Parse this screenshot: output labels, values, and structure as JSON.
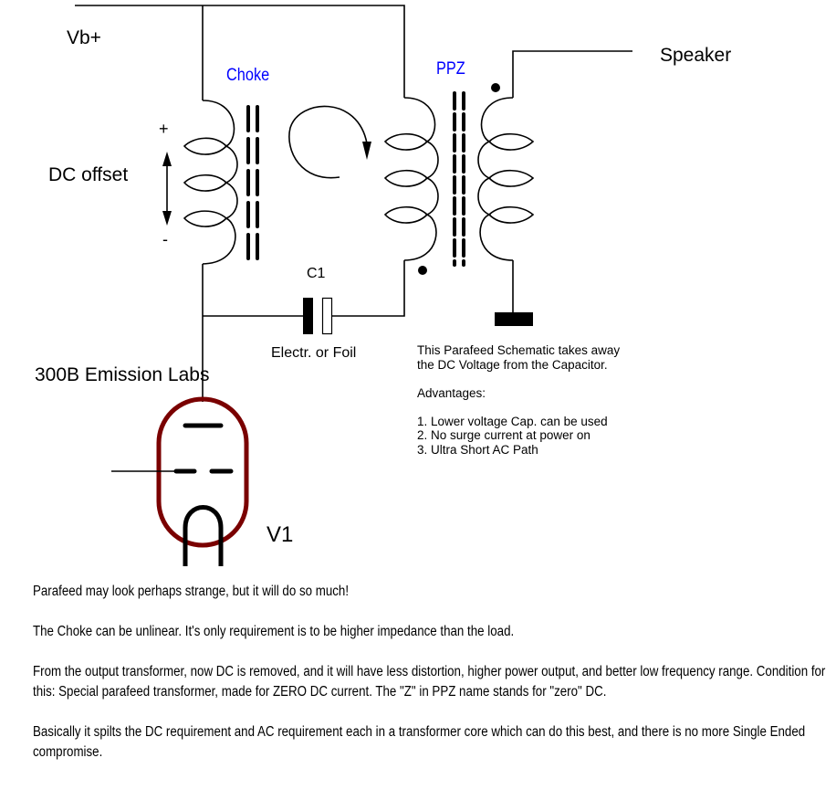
{
  "diagram": {
    "title_labels": {
      "supply": "Vb+",
      "choke": "Choke",
      "transformer": "PPZ",
      "speaker": "Speaker",
      "dc_offset": "DC offset",
      "plus": "+",
      "minus": "-",
      "capacitor_ref": "C1",
      "capacitor_type": "Electr. or Foil",
      "tube_type": "300B Emission Labs",
      "tube_ref": "V1"
    },
    "colors": {
      "wire": "#000000",
      "label_accent": "#0000ff",
      "tube_envelope": "#7a0000",
      "background": "#ffffff"
    },
    "components": [
      {
        "ref": "Choke",
        "type": "inductor",
        "core": "iron"
      },
      {
        "ref": "PPZ",
        "type": "parafeed-transformer",
        "core": "iron"
      },
      {
        "ref": "C1",
        "type": "capacitor",
        "note": "Electr. or Foil"
      },
      {
        "ref": "V1",
        "type": "triode",
        "model": "300B Emission Labs"
      }
    ]
  },
  "notes": {
    "intro_lines": [
      "This  Parafeed Schematic takes away",
      "the DC Voltage from the Capacitor."
    ],
    "advantages_heading": "Advantages:",
    "advantages": [
      "1. Lower voltage  Cap.  can be used",
      "2. No surge current at power on",
      "3. Ultra Short AC Path"
    ]
  },
  "body": {
    "paragraphs": [
      "Parafeed  may look perhaps strange, but it will do so much!",
      "The Choke can be unlinear.    It's only requirement is to be higher impedance than the load.",
      "From the output transformer,  now DC is removed,  and it will  have less distortion,  higher power output,  and better low frequency range. Condition for this: Special parafeed transformer, made for ZERO  DC current.   The \"Z\" in PPZ name stands for \"zero\"   DC.",
      "Basically it spilts the DC  requirement and AC requirement each in a  transformer core which can do this best, and there is no more Single Ended compromise."
    ]
  }
}
